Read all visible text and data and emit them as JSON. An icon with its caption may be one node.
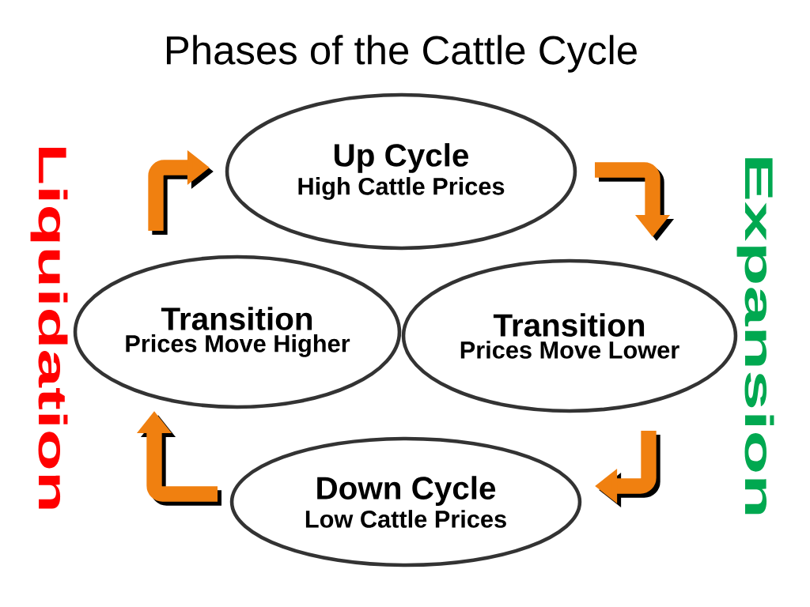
{
  "diagram": {
    "title": "Phases of the Cattle Cycle",
    "nodes": [
      {
        "text": [
          "Up Cycle",
          "High Cattle Prices"
        ]
      },
      {
        "text": [
          "Transition",
          "Prices Move Lower"
        ]
      },
      {
        "text": [
          "Down Cycle",
          "Low Cattle Prices"
        ]
      },
      {
        "text": [
          "Transition",
          "Prices Move Higher"
        ]
      }
    ],
    "edges": [
      {
        "from": 0,
        "to": 1,
        "arrow": "to"
      },
      {
        "from": 1,
        "to": 2,
        "arrow": "to"
      },
      {
        "from": 2,
        "to": 3,
        "arrow": "to"
      },
      {
        "from": 3,
        "to": 0,
        "arrow": "to"
      }
    ],
    "labels": [
      "Liquidation",
      "Expansion"
    ]
  }
}
